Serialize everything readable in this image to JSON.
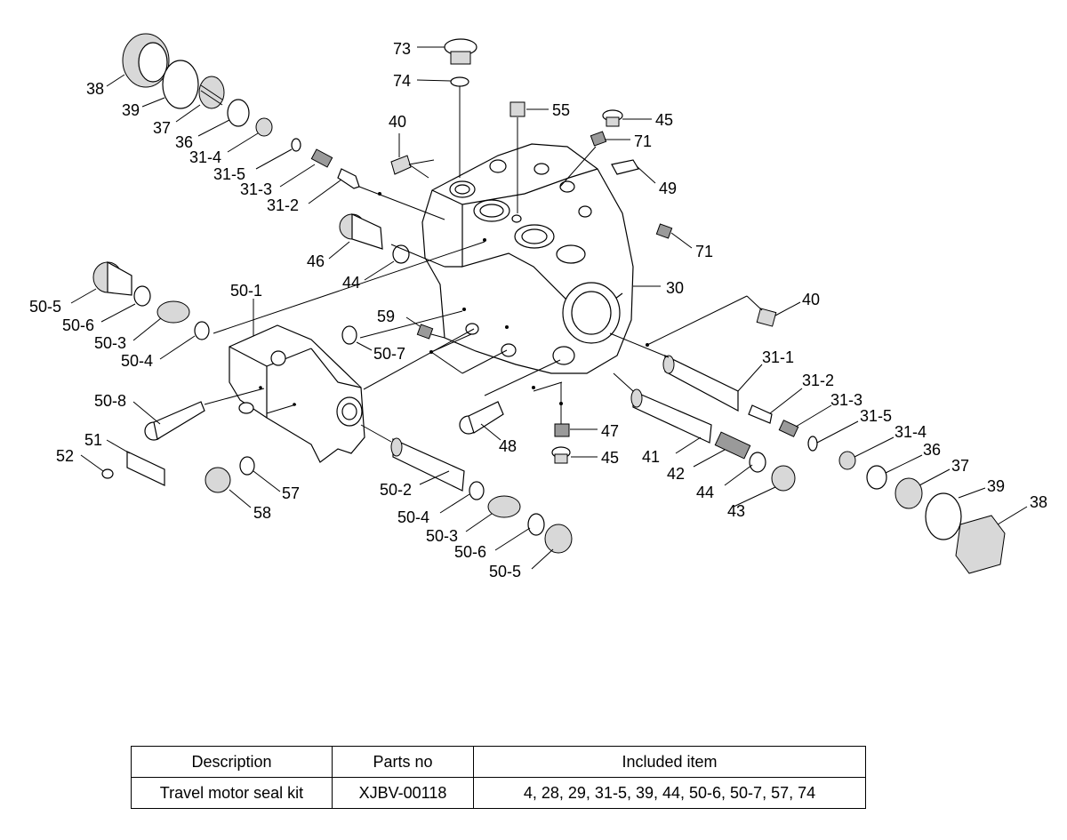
{
  "table": {
    "headers": [
      "Description",
      "Parts no",
      "Included item"
    ],
    "rows": [
      [
        "Travel motor seal kit",
        "XJBV-00118",
        "4, 28, 29, 31-5, 39, 44, 50-6, 50-7, 57, 74"
      ]
    ]
  },
  "callouts": [
    {
      "id": "c-73",
      "text": "73"
    },
    {
      "id": "c-74",
      "text": "74"
    },
    {
      "id": "c-55",
      "text": "55"
    },
    {
      "id": "c-45a",
      "text": "45"
    },
    {
      "id": "c-71a",
      "text": "71"
    },
    {
      "id": "c-49",
      "text": "49"
    },
    {
      "id": "c-71b",
      "text": "71"
    },
    {
      "id": "c-30",
      "text": "30"
    },
    {
      "id": "c-40a",
      "text": "40"
    },
    {
      "id": "c-40b",
      "text": "40"
    },
    {
      "id": "c-38a",
      "text": "38"
    },
    {
      "id": "c-39a",
      "text": "39"
    },
    {
      "id": "c-37a",
      "text": "37"
    },
    {
      "id": "c-36a",
      "text": "36"
    },
    {
      "id": "c-31-4a",
      "text": "31-4"
    },
    {
      "id": "c-31-5a",
      "text": "31-5"
    },
    {
      "id": "c-31-3a",
      "text": "31-3"
    },
    {
      "id": "c-31-2a",
      "text": "31-2"
    },
    {
      "id": "c-46",
      "text": "46"
    },
    {
      "id": "c-44a",
      "text": "44"
    },
    {
      "id": "c-50-5a",
      "text": "50-5"
    },
    {
      "id": "c-50-6a",
      "text": "50-6"
    },
    {
      "id": "c-50-3a",
      "text": "50-3"
    },
    {
      "id": "c-50-4a",
      "text": "50-4"
    },
    {
      "id": "c-50-1",
      "text": "50-1"
    },
    {
      "id": "c-59",
      "text": "59"
    },
    {
      "id": "c-50-7",
      "text": "50-7"
    },
    {
      "id": "c-50-8",
      "text": "50-8"
    },
    {
      "id": "c-51",
      "text": "51"
    },
    {
      "id": "c-52",
      "text": "52"
    },
    {
      "id": "c-57",
      "text": "57"
    },
    {
      "id": "c-58",
      "text": "58"
    },
    {
      "id": "c-48",
      "text": "48"
    },
    {
      "id": "c-47",
      "text": "47"
    },
    {
      "id": "c-45b",
      "text": "45"
    },
    {
      "id": "c-41",
      "text": "41"
    },
    {
      "id": "c-31-1",
      "text": "31-1"
    },
    {
      "id": "c-31-2b",
      "text": "31-2"
    },
    {
      "id": "c-31-3b",
      "text": "31-3"
    },
    {
      "id": "c-31-5b",
      "text": "31-5"
    },
    {
      "id": "c-31-4b",
      "text": "31-4"
    },
    {
      "id": "c-36b",
      "text": "36"
    },
    {
      "id": "c-37b",
      "text": "37"
    },
    {
      "id": "c-39b",
      "text": "39"
    },
    {
      "id": "c-38b",
      "text": "38"
    },
    {
      "id": "c-42",
      "text": "42"
    },
    {
      "id": "c-44b",
      "text": "44"
    },
    {
      "id": "c-43",
      "text": "43"
    },
    {
      "id": "c-50-2",
      "text": "50-2"
    },
    {
      "id": "c-50-4b",
      "text": "50-4"
    },
    {
      "id": "c-50-3b",
      "text": "50-3"
    },
    {
      "id": "c-50-6b",
      "text": "50-6"
    },
    {
      "id": "c-50-5b",
      "text": "50-5"
    }
  ]
}
